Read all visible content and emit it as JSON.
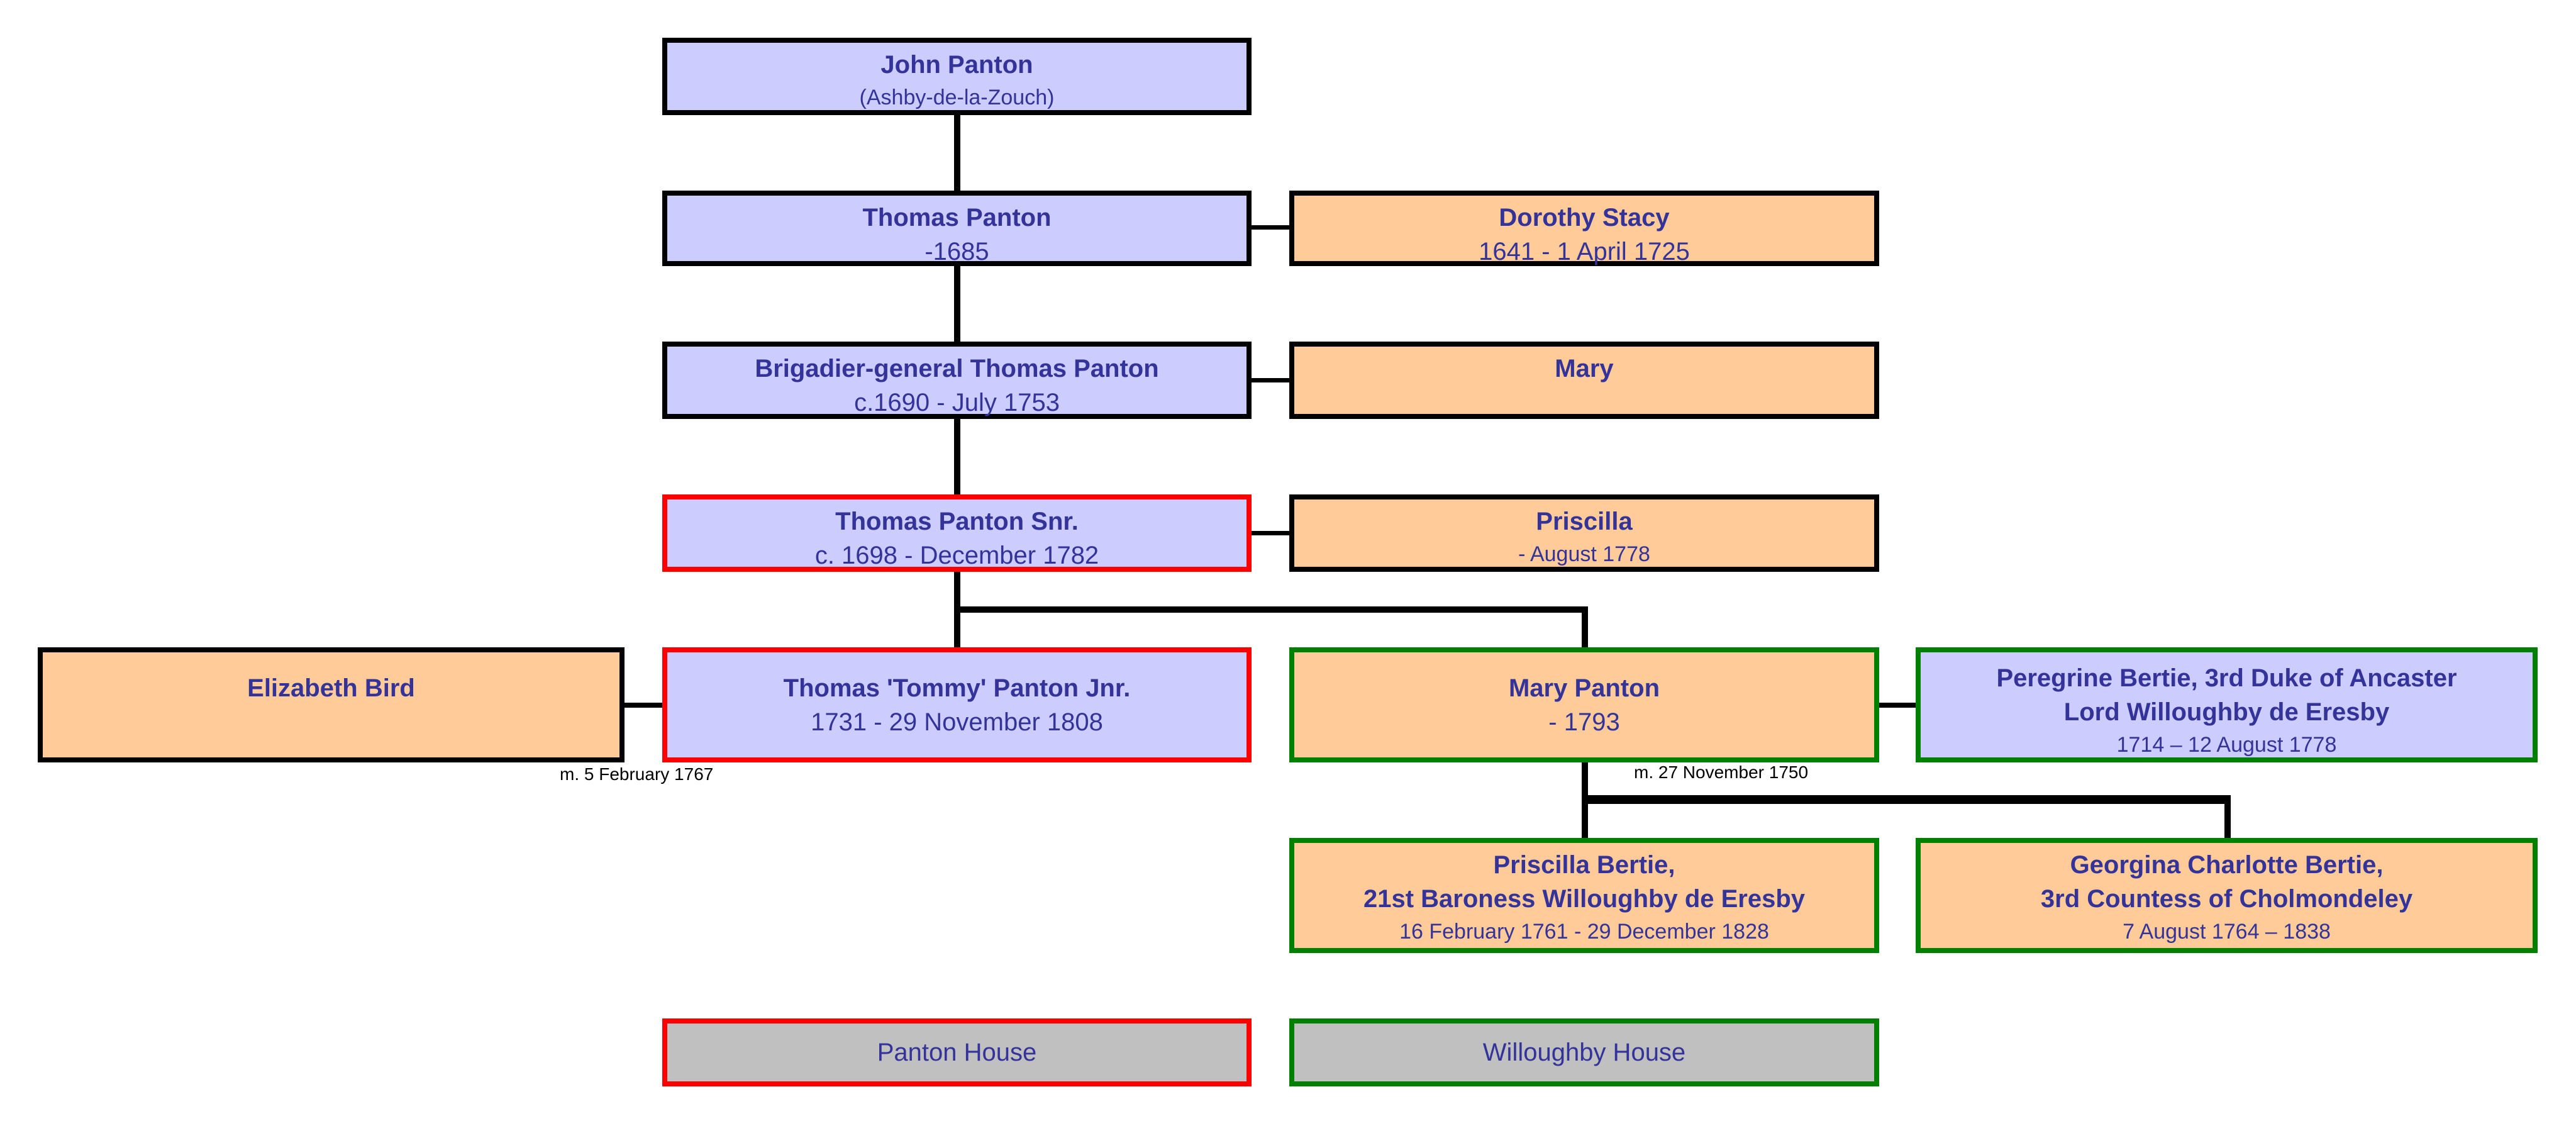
{
  "persons": [
    {
      "name": "John Panton",
      "dates": "(Ashby-de-la-Zouch)"
    },
    {
      "name": "Thomas Panton",
      "dates": "-1685"
    },
    {
      "name": "Dorothy Stacy",
      "dates": "1641 - 1 April 1725"
    },
    {
      "name": "Brigadier-general Thomas Panton",
      "dates": "c.1690 - July 1753"
    },
    {
      "name": "Mary",
      "dates": ""
    },
    {
      "name": "Thomas Panton Snr.",
      "dates": "c. 1698 - December 1782"
    },
    {
      "name": "Priscilla",
      "dates": "- August 1778"
    },
    {
      "name": "Elizabeth Bird",
      "dates": ""
    },
    {
      "name": "Thomas 'Tommy' Panton Jnr.",
      "dates": "1731 - 29 November 1808"
    },
    {
      "name": "Mary Panton",
      "dates": "- 1793"
    },
    {
      "name": "Peregrine Bertie, 3rd Duke of Ancaster",
      "name2": "Lord Willoughby de Eresby",
      "dates": "1714 – 12 August 1778"
    },
    {
      "name": "Priscilla Bertie,",
      "name2": "21st Baroness Willoughby de Eresby",
      "dates": "16 February 1761 - 29 December 1828"
    },
    {
      "name": "Georgina Charlotte Bertie,",
      "name2": "3rd Countess of Cholmondeley",
      "dates": "7 August 1764 – 1838"
    }
  ],
  "marriages": [
    "m. 5 February 1767",
    "m. 27 November 1750"
  ],
  "legend": [
    "Panton House",
    "Willoughby House"
  ],
  "colors": {
    "male": "#ccccff",
    "female": "#ffcc99",
    "panton_house": "#ff0000",
    "willoughby_house": "#008000",
    "text": "#333399"
  }
}
